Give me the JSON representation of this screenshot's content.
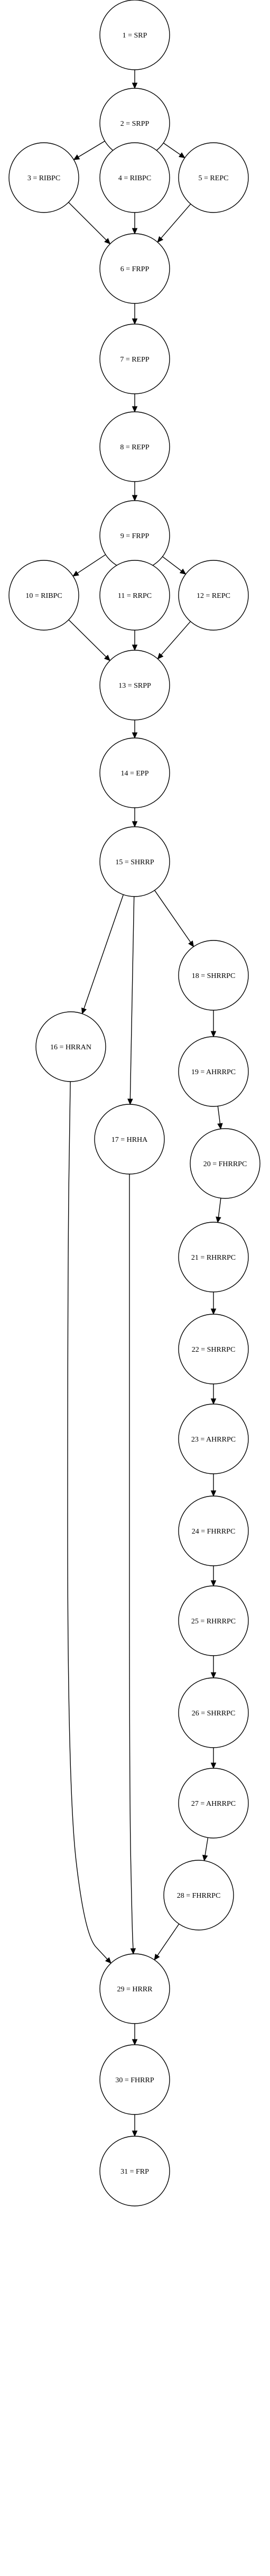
{
  "diagram": {
    "nodes": [
      {
        "id": "n1",
        "label": "1 = SRP"
      },
      {
        "id": "n2",
        "label": "2 = SRPP"
      },
      {
        "id": "n3",
        "label": "3 = RIBPC"
      },
      {
        "id": "n4",
        "label": "4 = RIBPC"
      },
      {
        "id": "n5",
        "label": "5 = REPC"
      },
      {
        "id": "n6",
        "label": "6 = FRPP"
      },
      {
        "id": "n7",
        "label": "7 = REPP"
      },
      {
        "id": "n8",
        "label": "8 = REPP"
      },
      {
        "id": "n9",
        "label": "9 = FRPP"
      },
      {
        "id": "n10",
        "label": "10 = RIBPC"
      },
      {
        "id": "n11",
        "label": "11 = RRPC"
      },
      {
        "id": "n12",
        "label": "12 = REPC"
      },
      {
        "id": "n13",
        "label": "13 = SRPP"
      },
      {
        "id": "n14",
        "label": "14 = EPP"
      },
      {
        "id": "n15",
        "label": "15 = SHRRP"
      },
      {
        "id": "n16",
        "label": "16 = HRRAN"
      },
      {
        "id": "n17",
        "label": "17 = HRHA"
      },
      {
        "id": "n18",
        "label": "18 = SHRRPC"
      },
      {
        "id": "n19",
        "label": "19 = AHRRPC"
      },
      {
        "id": "n20",
        "label": "20 = FHRRPC"
      },
      {
        "id": "n21",
        "label": "21 = RHRRPC"
      },
      {
        "id": "n22",
        "label": "22 = SHRRPC"
      },
      {
        "id": "n23",
        "label": "23 = AHRRPC"
      },
      {
        "id": "n24",
        "label": "24 = FHRRPC"
      },
      {
        "id": "n25",
        "label": "25 = RHRRPC"
      },
      {
        "id": "n26",
        "label": "26 = SHRRPC"
      },
      {
        "id": "n27",
        "label": "27 = AHRRPC"
      },
      {
        "id": "n28",
        "label": "28 = FHRRPC"
      },
      {
        "id": "n29",
        "label": "29 = HRRR"
      },
      {
        "id": "n30",
        "label": "30 = FHRRP"
      },
      {
        "id": "n31",
        "label": "31 = FRP"
      }
    ],
    "edges": [
      {
        "from": "n1",
        "to": "n2"
      },
      {
        "from": "n2",
        "to": "n3"
      },
      {
        "from": "n2",
        "to": "n4"
      },
      {
        "from": "n2",
        "to": "n5"
      },
      {
        "from": "n3",
        "to": "n6"
      },
      {
        "from": "n4",
        "to": "n6"
      },
      {
        "from": "n5",
        "to": "n6"
      },
      {
        "from": "n6",
        "to": "n7"
      },
      {
        "from": "n7",
        "to": "n8"
      },
      {
        "from": "n8",
        "to": "n9"
      },
      {
        "from": "n9",
        "to": "n10"
      },
      {
        "from": "n9",
        "to": "n11"
      },
      {
        "from": "n9",
        "to": "n12"
      },
      {
        "from": "n10",
        "to": "n13"
      },
      {
        "from": "n11",
        "to": "n13"
      },
      {
        "from": "n12",
        "to": "n13"
      },
      {
        "from": "n13",
        "to": "n14"
      },
      {
        "from": "n14",
        "to": "n15"
      },
      {
        "from": "n15",
        "to": "n16"
      },
      {
        "from": "n15",
        "to": "n17"
      },
      {
        "from": "n15",
        "to": "n18"
      },
      {
        "from": "n18",
        "to": "n19"
      },
      {
        "from": "n19",
        "to": "n20"
      },
      {
        "from": "n20",
        "to": "n21"
      },
      {
        "from": "n21",
        "to": "n22"
      },
      {
        "from": "n22",
        "to": "n23"
      },
      {
        "from": "n23",
        "to": "n24"
      },
      {
        "from": "n24",
        "to": "n25"
      },
      {
        "from": "n25",
        "to": "n26"
      },
      {
        "from": "n26",
        "to": "n27"
      },
      {
        "from": "n27",
        "to": "n28"
      },
      {
        "from": "n16",
        "to": "n29"
      },
      {
        "from": "n17",
        "to": "n29"
      },
      {
        "from": "n28",
        "to": "n29"
      },
      {
        "from": "n29",
        "to": "n30"
      },
      {
        "from": "n30",
        "to": "n31"
      }
    ]
  }
}
